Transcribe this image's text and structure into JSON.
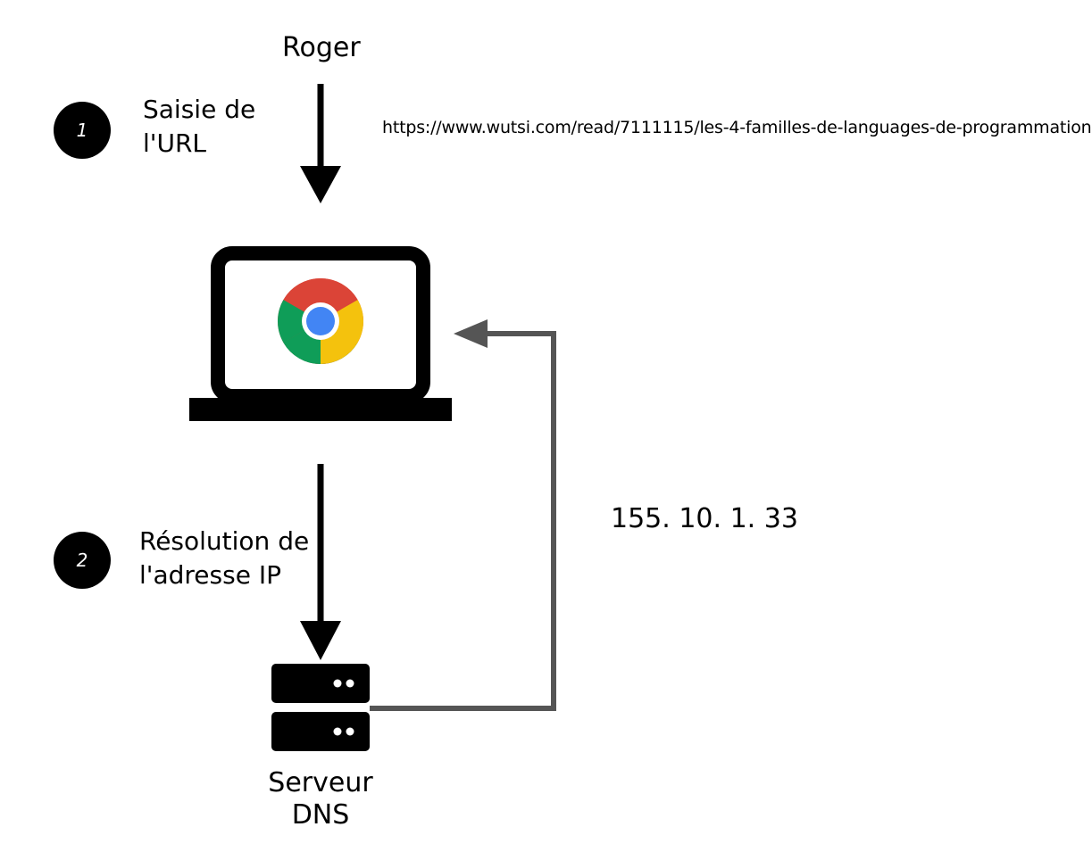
{
  "actor": {
    "name": "Roger"
  },
  "steps": [
    {
      "number": "1",
      "label_lines": [
        "Saisie de",
        "l'URL"
      ]
    },
    {
      "number": "2",
      "label_lines": [
        "Résolution de",
        "l'adresse IP"
      ]
    }
  ],
  "url": "https://www.wutsi.com/read/7111115/les-4-familles-de-languages-de-programmation",
  "resolved_ip": "155. 10. 1. 33",
  "server": {
    "name_lines": [
      "Serveur",
      "DNS"
    ]
  },
  "icons": {
    "client": "laptop-icon",
    "browser": "chrome-icon",
    "server": "server-stack-icon"
  },
  "colors": {
    "arrow_primary": "#000000",
    "arrow_response": "#555555",
    "chrome_red": "#db4437",
    "chrome_yellow": "#f4c20d",
    "chrome_green": "#0f9d58",
    "chrome_blue": "#4285f4"
  }
}
